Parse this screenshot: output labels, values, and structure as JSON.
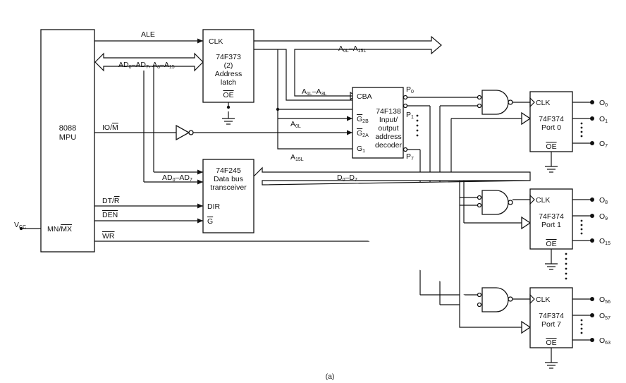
{
  "mpu": {
    "line1": "8088",
    "line2": "MPU",
    "mode_pin": "MN/",
    "mode_pin_bar": "MX",
    "vcc": "V",
    "vcc_sub": "CC"
  },
  "signals": {
    "ale": "ALE",
    "addr_bus": {
      "a": "AD",
      "a_s": "0",
      "b": "–AD",
      "b_s": "7",
      "c": ", A",
      "c_s": "8",
      "d": "–A",
      "d_s": "15"
    },
    "io_m": {
      "pre": "IO/",
      "bar": "M"
    },
    "ad_lo": {
      "a": "AD",
      "a_s": "0",
      "b": "–AD",
      "b_s": "7"
    },
    "dt_r": {
      "pre": "DT/",
      "bar": "R"
    },
    "den": "DEN",
    "wr": "WR",
    "out_bus": {
      "a": "A",
      "a_s": "0L",
      "b": "–A",
      "b_s": "15L"
    },
    "a1_a3": {
      "a": "A",
      "a_s": "1L",
      "b": "–A",
      "b_s": "3L"
    },
    "a0l": {
      "a": "A",
      "a_s": "0L"
    },
    "a15l": {
      "a": "A",
      "a_s": "15L"
    },
    "data_bus": {
      "a": "D",
      "a_s": "0",
      "b": "–D",
      "b_s": "7"
    }
  },
  "latch": {
    "clk": "CLK",
    "l1": "74F373",
    "l2": "(2)",
    "l3": "Address",
    "l4": "latch",
    "oe": "OE"
  },
  "decoder": {
    "cba": "CBA",
    "l1": "74F138",
    "l2": "Input/",
    "l3": "output",
    "l4": "address",
    "l5": "decoder",
    "g2b": "G",
    "g2b_s": "2B",
    "g2a": "G",
    "g2a_s": "2A",
    "g1": "G",
    "g1_s": "1",
    "p0": "P",
    "p0_s": "0",
    "p1": "P",
    "p1_s": "1",
    "p7": "P",
    "p7_s": "7"
  },
  "transceiver": {
    "l1": "74F245",
    "l2": "Data bus",
    "l3": "transceiver",
    "dir": "DIR",
    "g": "G"
  },
  "ports": [
    {
      "clk": "CLK",
      "chip": "74F374",
      "name": "Port 0",
      "oe": "OE",
      "outs": [
        {
          "t": "O",
          "s": "0"
        },
        {
          "t": "O",
          "s": "1"
        },
        {
          "t": "O",
          "s": "7"
        }
      ]
    },
    {
      "clk": "CLK",
      "chip": "74F374",
      "name": "Port 1",
      "oe": "OE",
      "outs": [
        {
          "t": "O",
          "s": "8"
        },
        {
          "t": "O",
          "s": "9"
        },
        {
          "t": "O",
          "s": "15"
        }
      ]
    },
    {
      "clk": "CLK",
      "chip": "74F374",
      "name": "Port 7",
      "oe": "OE",
      "outs": [
        {
          "t": "O",
          "s": "56"
        },
        {
          "t": "O",
          "s": "57"
        },
        {
          "t": "O",
          "s": "63"
        }
      ]
    }
  ],
  "caption": "(a)"
}
